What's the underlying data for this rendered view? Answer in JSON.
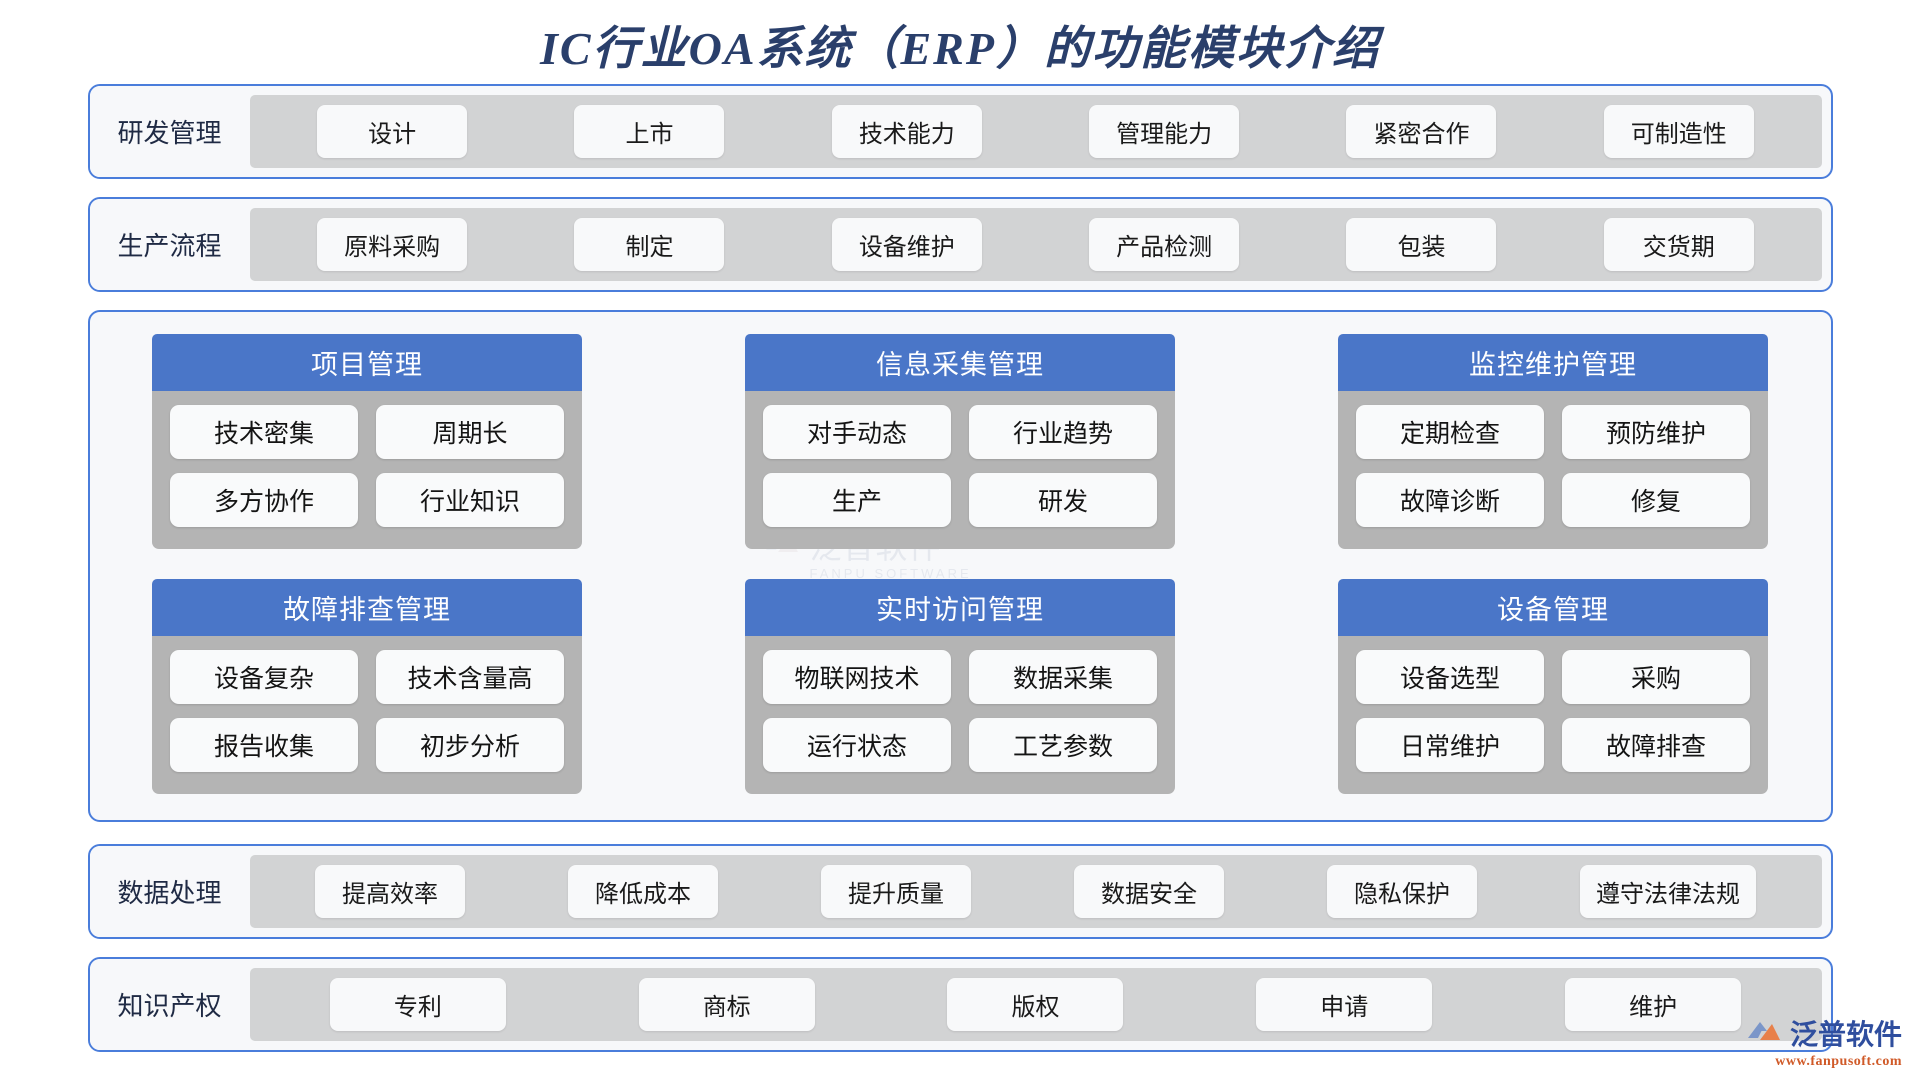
{
  "title": "IC行业OA系统（ERP）的功能模块介绍",
  "accent_blue": "#4a7ddb",
  "header_blue": "#4a76c8",
  "band_gray": "#d2d3d4",
  "card_gray": "#b4b4b4",
  "title_color": "#2a3f6b",
  "bands": {
    "research": {
      "label": "研发管理",
      "items": [
        "设计",
        "上市",
        "技术能力",
        "管理能力",
        "紧密合作",
        "可制造性"
      ]
    },
    "production": {
      "label": "生产流程",
      "items": [
        "原料采购",
        "制定",
        "设备维护",
        "产品检测",
        "包装",
        "交货期"
      ]
    },
    "data_processing": {
      "label": "数据处理",
      "items": [
        "提高效率",
        "降低成本",
        "提升质量",
        "数据安全",
        "隐私保护",
        "遵守法律法规"
      ]
    },
    "intellectual_property": {
      "label": "知识产权",
      "items": [
        "专利",
        "商标",
        "版权",
        "申请",
        "维护"
      ]
    }
  },
  "modules": [
    {
      "title": "项目管理",
      "items": [
        "技术密集",
        "周期长",
        "多方协作",
        "行业知识"
      ]
    },
    {
      "title": "信息采集管理",
      "items": [
        "对手动态",
        "行业趋势",
        "生产",
        "研发"
      ]
    },
    {
      "title": "监控维护管理",
      "items": [
        "定期检查",
        "预防维护",
        "故障诊断",
        "修复"
      ]
    },
    {
      "title": "故障排查管理",
      "items": [
        "设备复杂",
        "技术含量高",
        "报告收集",
        "初步分析"
      ]
    },
    {
      "title": "实时访问管理",
      "items": [
        "物联网技术",
        "数据采集",
        "运行状态",
        "工艺参数"
      ]
    },
    {
      "title": "设备管理",
      "items": [
        "设备选型",
        "采购",
        "日常维护",
        "故障排查"
      ]
    }
  ],
  "watermark": {
    "name": "泛普软件",
    "subtitle": "FANPU SOFTWARE"
  },
  "corner_logo": {
    "name": "泛普软件",
    "url": "www.fanpusoft.com"
  }
}
